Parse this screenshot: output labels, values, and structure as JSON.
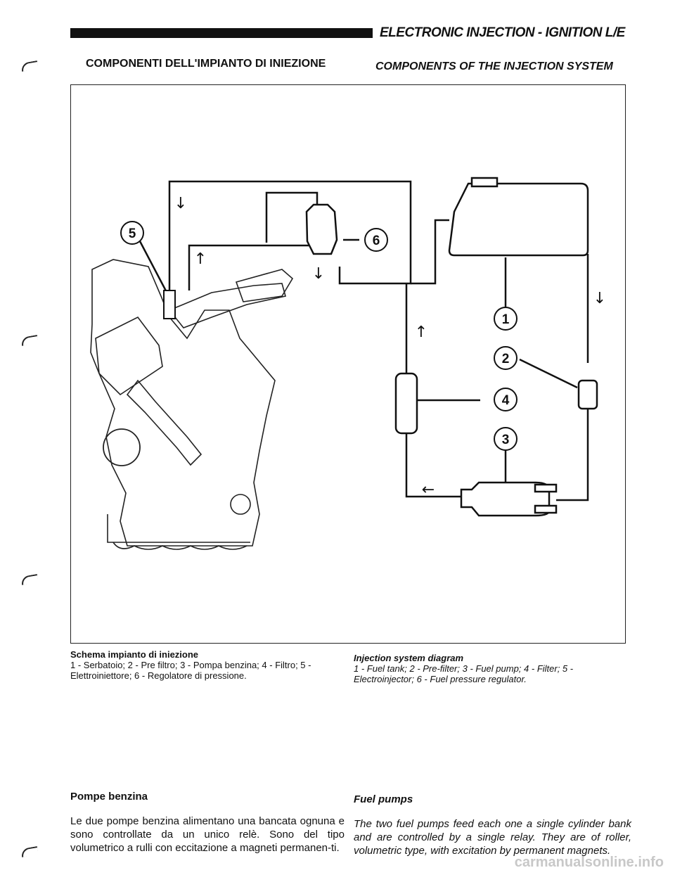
{
  "header": {
    "title": "ELECTRONIC INJECTION - IGNITION L/E"
  },
  "section": {
    "title_it": "COMPONENTI DELL'IMPIANTO DI INIEZIONE",
    "title_en": "COMPONENTS OF THE INJECTION SYSTEM"
  },
  "diagram": {
    "callouts": [
      "1",
      "2",
      "3",
      "4",
      "5",
      "6"
    ],
    "arrow_down": "↓",
    "arrow_up": "↑",
    "arrow_left": "←"
  },
  "caption": {
    "it_title": "Schema impianto di iniezione",
    "it_text": "1 - Serbatoio; 2 - Pre filtro; 3 - Pompa benzina; 4 - Filtro; 5 - Elettroiniettore; 6 - Regolatore di pressione.",
    "en_title": "Injection system diagram",
    "en_text": "1 - Fuel tank; 2 - Pre-filter; 3 - Fuel pump; 4 - Filter; 5 - Electroinjector; 6 - Fuel pressure regulator."
  },
  "body": {
    "heading_it": "Pompe benzina",
    "heading_en": "Fuel pumps",
    "text_it": "Le due pompe benzina alimentano una bancata ognuna e sono controllate da un unico relè. Sono del tipo volumetrico a rulli con eccitazione a magneti permanen-ti.",
    "text_en": "The two fuel pumps feed each one a single cylinder bank and are controlled by a single relay. They are of roller, volumetric type, with excitation by permanent magnets."
  },
  "watermark": "carmanualsonline.info"
}
